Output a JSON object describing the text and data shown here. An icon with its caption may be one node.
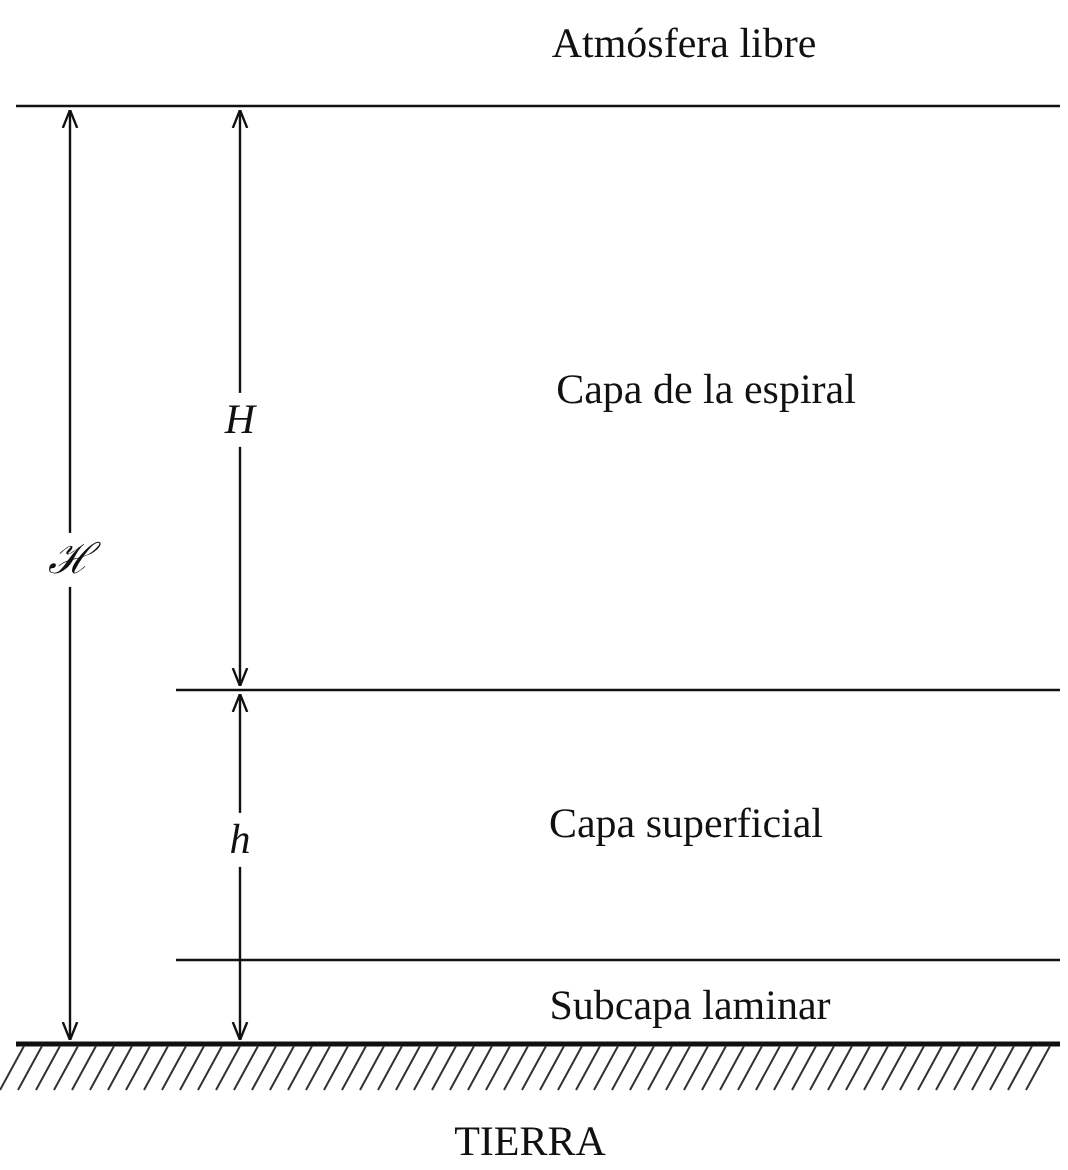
{
  "diagram": {
    "labels": [
      "Atmósfera libre",
      "H",
      "Capa de la espiral",
      "ℋ",
      "h",
      "Capa superficial",
      "Subcapa laminar",
      "TIERRA"
    ]
  }
}
